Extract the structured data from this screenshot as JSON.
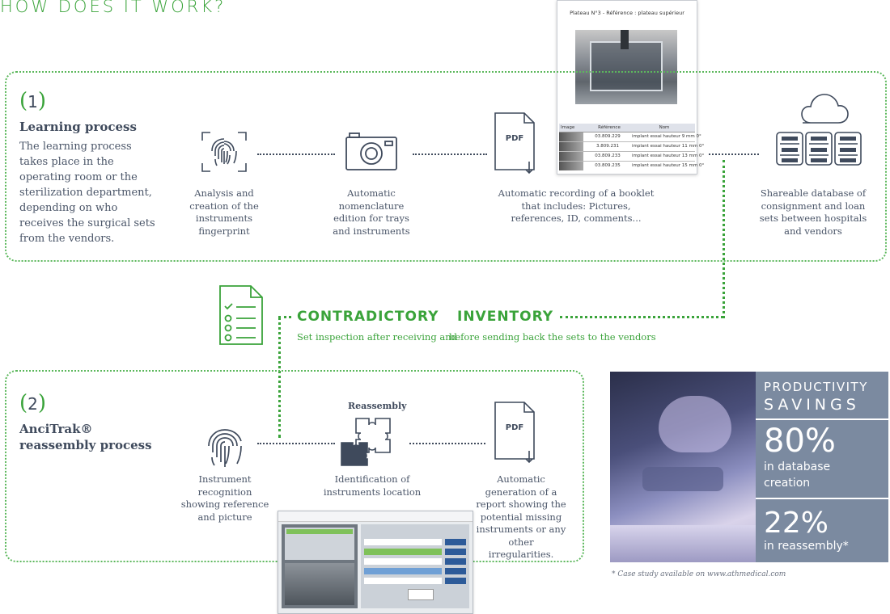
{
  "title": "HOW DOES IT WORK?",
  "learning": {
    "number": "1",
    "title": "Learning process",
    "description": "The learning process takes place in the operating room or the sterilization department, depending on who receives the surgical sets from the vendors.",
    "steps": [
      {
        "icon": "fingerprint-scan-icon",
        "caption": "Analysis and creation of the instruments fingerprint"
      },
      {
        "icon": "camera-icon",
        "caption": "Automatic nomenclature edition for trays and instruments"
      },
      {
        "icon": "pdf-icon",
        "label": "PDF",
        "caption": "Automatic recording of a booklet that includes: Pictures, references, ID, comments..."
      },
      {
        "icon": "cloud-database-icon",
        "caption": "Shareable database of consignment and loan sets between hospitals and vendors"
      }
    ]
  },
  "booklet": {
    "header": "Plateau N°3 - Référence : plateau supérieur",
    "columns": [
      "Image",
      "Référence",
      "Nom"
    ],
    "rows": [
      {
        "ref": "03.809.229",
        "name": "implant essai hauteur 9 mm 0°"
      },
      {
        "ref": "3.809.231",
        "name": "implant essai hauteur 11 mm 0°"
      },
      {
        "ref": "03.809.233",
        "name": "implant essai hauteur 13 mm 0°"
      },
      {
        "ref": "03.809.235",
        "name": "implant essai hauteur 15 mm 0°"
      }
    ]
  },
  "inventory": {
    "heading_left": "CONTRADICTORY",
    "heading_right": "INVENTORY",
    "sub_left": "Set inspection after receiving and",
    "sub_right": "before sending back the sets to the vendors",
    "icon": "checklist-icon"
  },
  "reassembly": {
    "number": "2",
    "title_line1": "AnciTrak®",
    "title_line2": "reassembly process",
    "steps": [
      {
        "icon": "fingerprint-icon",
        "caption": "Instrument recognition showing reference and picture"
      },
      {
        "icon": "puzzle-icon",
        "label": "Reassembly",
        "caption": "Identification of instruments location"
      },
      {
        "icon": "pdf-icon",
        "label": "PDF",
        "caption": "Automatic generation of a report showing the potential missing instruments or any other irregularities."
      }
    ]
  },
  "productivity": {
    "heading1": "PRODUCTIVITY",
    "heading2": "SAVINGS",
    "stat1_value": "80%",
    "stat1_label_line1": "in database",
    "stat1_label_line2": "creation",
    "stat2_value": "22%",
    "stat2_label": "in reassembly*",
    "footnote": "* Case study available on www.athmedical.com"
  },
  "colors": {
    "accent": "#3aa33a",
    "text": "#3f4a5c",
    "panel": "#7b8aa0"
  }
}
